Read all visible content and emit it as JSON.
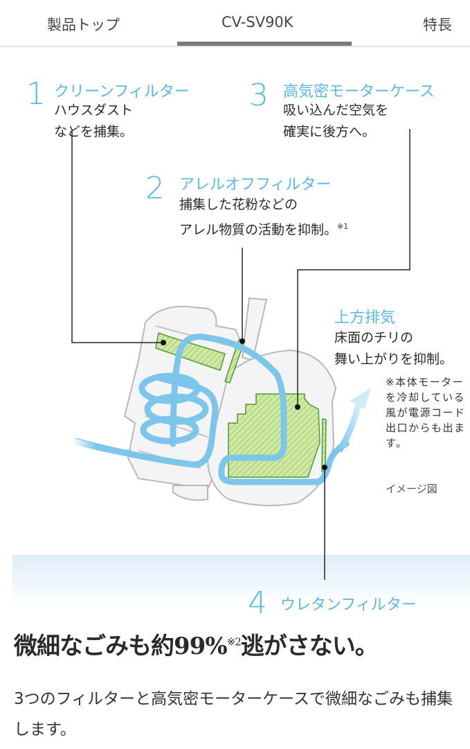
{
  "tabs": [
    {
      "label": "製品トップ",
      "active": false
    },
    {
      "label": "CV-SV90K",
      "active": true
    },
    {
      "label": "特長",
      "active": false
    }
  ],
  "colors": {
    "accent": "#5ab9e3",
    "filter_green": "#c9e59a",
    "filter_border": "#4f9a3a",
    "airflow": "#7cc6ec"
  },
  "diagram": {
    "callouts": [
      {
        "number": "1",
        "title": "クリーンフィルター",
        "desc_lines": [
          "ハウスダスト",
          "などを捕集。"
        ]
      },
      {
        "number": "2",
        "title": "アレルオフフィルター",
        "desc_lines": [
          "捕集した花粉などの",
          "アレル物質の活動を抑制。"
        ],
        "sup": "※1"
      },
      {
        "number": "3",
        "title": "高気密モーターケース",
        "desc_lines": [
          "吸い込んだ空気を",
          "確実に後方へ。"
        ]
      },
      {
        "number": "4",
        "title": "ウレタンフィルター",
        "desc_lines": []
      }
    ],
    "exhaust": {
      "title": "上方排気",
      "desc_lines": [
        "床面のチリの",
        "舞い上がりを抑制。"
      ]
    },
    "note": "※本体モーターを冷却している風が電源コード出口からも出ます。",
    "image_note": "イメージ図"
  },
  "headline": {
    "before": "微細なごみも約99%",
    "sup": "※2",
    "after": "逃がさない。"
  },
  "body": "3つのフィルターと高気密モーターケースで微細なごみも捕集します。"
}
